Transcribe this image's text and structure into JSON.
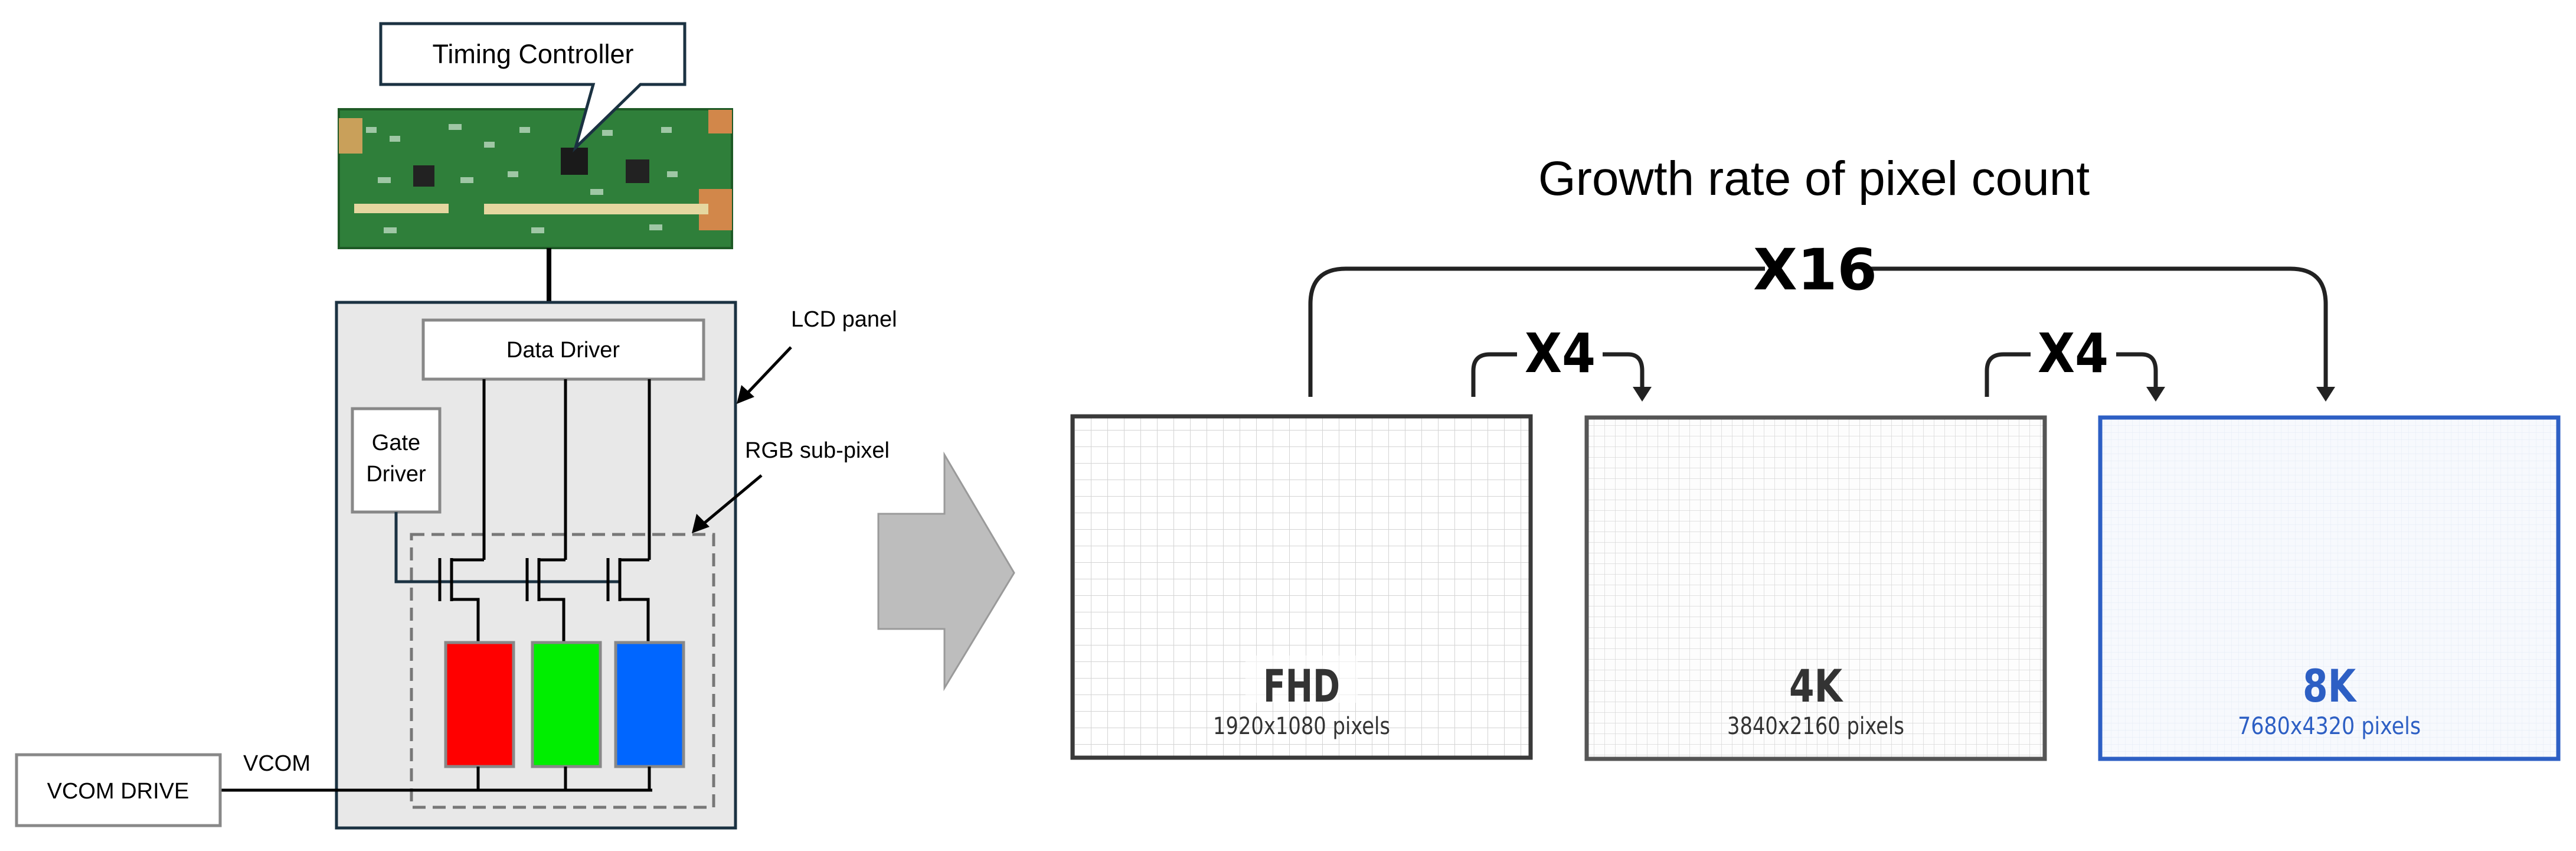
{
  "left": {
    "timing_controller": "Timing Controller",
    "lcd_panel": "LCD panel",
    "data_driver": "Data Driver",
    "gate_driver_line1": "Gate",
    "gate_driver_line2": "Driver",
    "rgb_subpixel": "RGB sub-pixel",
    "vcom": "VCOM",
    "vcom_drive": "VCOM DRIVE",
    "subpixel_colors": [
      "#ff0000",
      "#00ee00",
      "#0066ff"
    ]
  },
  "right": {
    "title": "Growth rate of pixel count",
    "x16": "X16",
    "x4_a": "X4",
    "x4_b": "X4",
    "screens": [
      {
        "name": "FHD",
        "pixels": "1920x1080 pixels"
      },
      {
        "name": "4K",
        "pixels": "3840x2160 pixels"
      },
      {
        "name": "8K",
        "pixels": "7680x4320 pixels"
      }
    ],
    "accent_color": "#2d5fc4"
  }
}
